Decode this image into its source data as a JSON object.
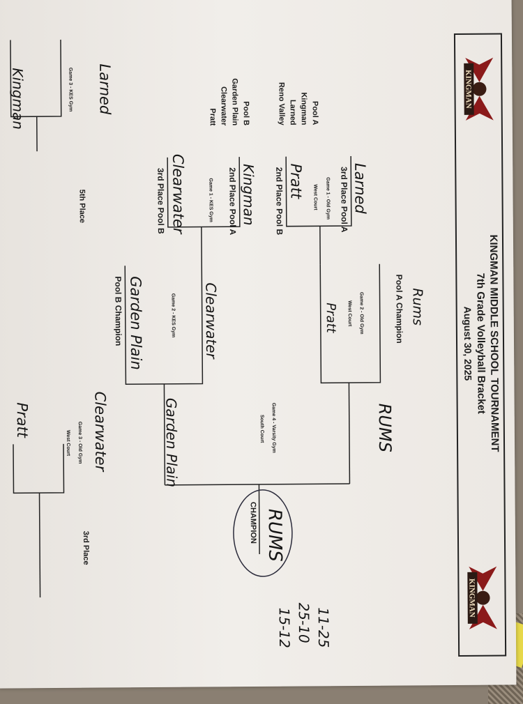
{
  "header": {
    "line1": "KINGMAN MIDDLE SCHOOL TOURNAMENT",
    "line2": "7th Grade Volleyball Bracket",
    "line3": "August 30, 2025",
    "logo_text": "KINGMAN"
  },
  "pools": {
    "a_title": "Pool A",
    "a_teams": [
      "Kingman",
      "Larned",
      "Reno Valley"
    ],
    "b_title": "Pool B",
    "b_teams": [
      "Garden Plain",
      "Clearwater",
      "Pratt"
    ]
  },
  "slots": {
    "pool_a_champ": "Pool A Champion",
    "third_a": "3rd Place Pool A",
    "second_b": "2nd Place Pool B",
    "second_a": "2nd Place Pool A",
    "third_b": "3rd Place Pool B",
    "pool_b_champ": "Pool B Champion",
    "champion": "CHAMPION",
    "fifth": "5th Place",
    "third": "3rd Place"
  },
  "games": {
    "g1": "Game 1 - Old Gym",
    "g1_court": "West Court",
    "g1b": "Game 1 - KES Gym",
    "g2a": "Game 2 - Old Gym",
    "g2a_court": "West Court",
    "g2b": "Game 2 - KES Gym",
    "g3a": "Game 3 - KES Gym",
    "g3b": "Game 3 - Old Gym",
    "g3b_court": "West Court",
    "g4": "Game 4 - Varsity Gym",
    "g4_court": "South Court"
  },
  "handwritten": {
    "larned_top": "Larned",
    "pratt_top": "Pratt",
    "kingman_mid": "Kingman",
    "clearwater_left": "Clearwater",
    "rums_top": "Rums",
    "pratt_semi": "Pratt",
    "clearwater_semi": "Clearwater",
    "garden_plain_b": "Garden Plain",
    "rums_semi": "RUMS",
    "garden_plain_final": "Garden Plain",
    "rums_champ": "RUMS",
    "larned_5": "Larned",
    "kingman_5": "Kingman",
    "clearwater_3": "Clearwater",
    "pratt_3": "Pratt",
    "scores": [
      "11-25",
      "25-10",
      "15-12"
    ]
  },
  "colors": {
    "ink": "#1d1d1d",
    "logo_red": "#8b1a1a"
  }
}
